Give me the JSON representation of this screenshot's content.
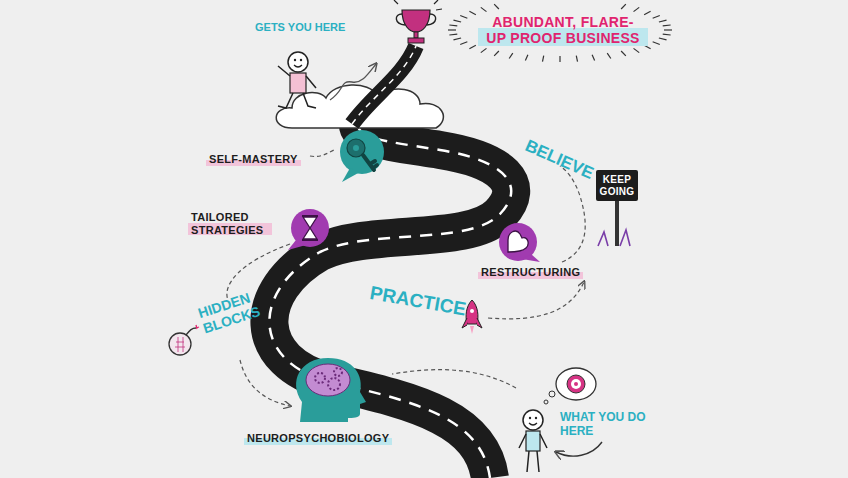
{
  "diagram": {
    "nodes": [
      {
        "text": [
          "ABUNDANT, FLARE-UP PROOF BUSINESS"
        ]
      },
      {
        "text": [
          "SELF-MASTERY"
        ]
      },
      {
        "text": [
          "KEEP GOING"
        ]
      },
      {
        "text": [
          "TAILORED STRATEGIES"
        ]
      },
      {
        "text": [
          "RESTRUCTURING"
        ]
      },
      {
        "text": [
          "NEUROPSYCHOBIOLOGY"
        ]
      }
    ],
    "labels": [
      "GETS YOU HERE",
      "BELIEVE",
      "PRACTICE",
      "HIDDEN BLOCKS",
      "WHAT YOU DO HERE"
    ]
  }
}
